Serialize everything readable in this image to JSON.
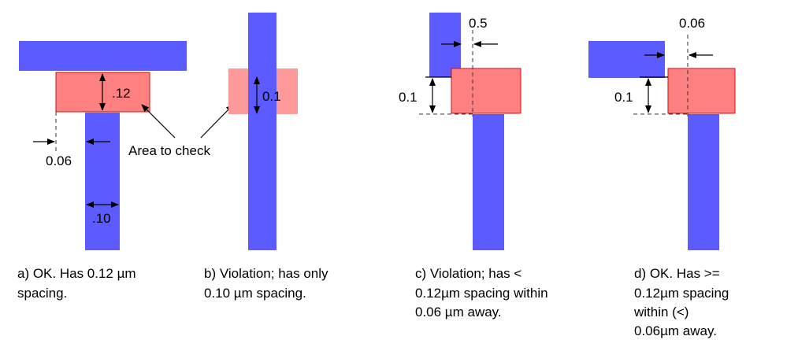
{
  "panels": {
    "a": {
      "dim_width": ".12",
      "dim_offset": "0.06",
      "dim_wire": ".10",
      "caption": [
        "a) OK. Has 0.12 µm",
        "spacing."
      ]
    },
    "b": {
      "dim_width": "0.1",
      "caption": [
        "b) Violation; has only",
        "0.10 µm spacing."
      ]
    },
    "c": {
      "dim_gap": "0.5",
      "dim_height": "0.1",
      "caption": [
        "c) Violation; has <",
        "0.12µm spacing within",
        "0.06 µm away."
      ]
    },
    "d": {
      "dim_gap": "0.06",
      "dim_height": "0.1",
      "caption": [
        "d) OK. Has >=",
        "0.12µm spacing",
        "within (<)",
        "0.06µm away."
      ]
    }
  },
  "callout": {
    "label": "Area to check"
  }
}
